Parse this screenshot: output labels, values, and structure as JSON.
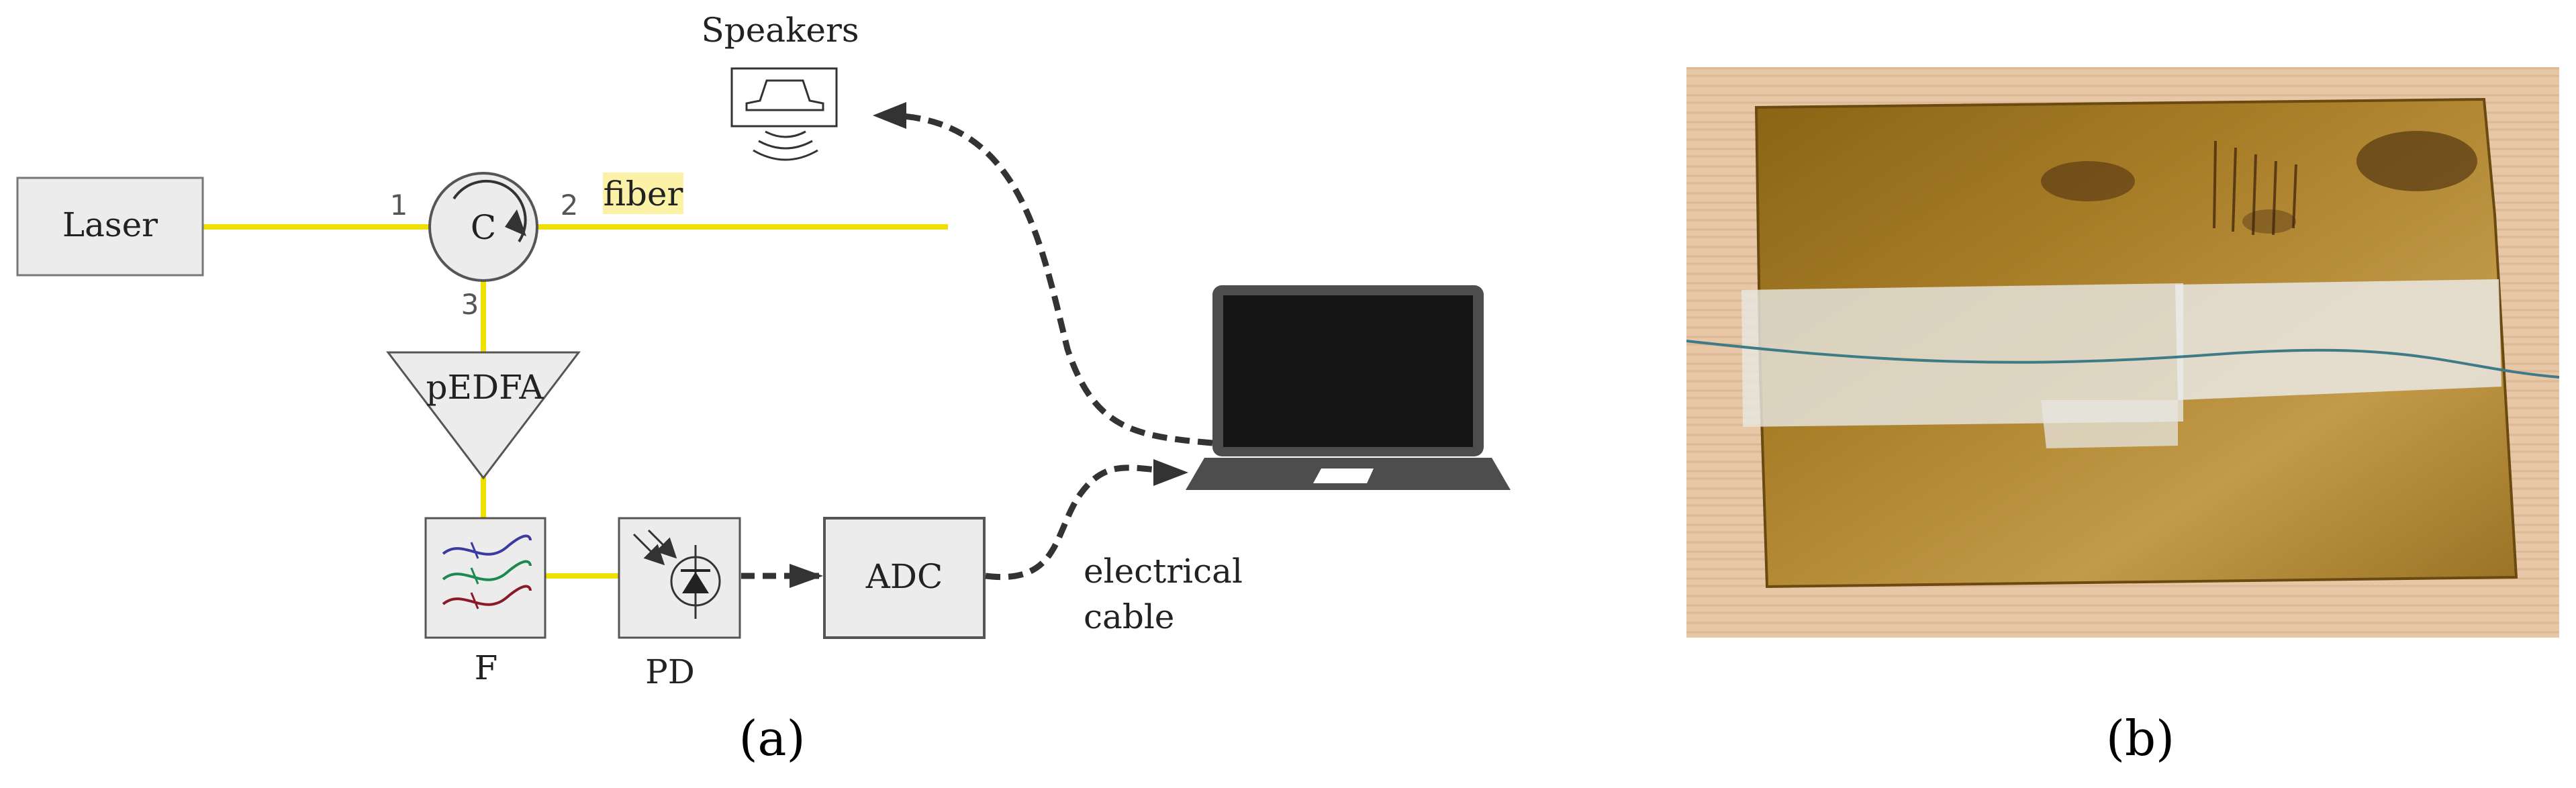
{
  "panel_a": {
    "caption": "(a)",
    "laser": "Laser",
    "circulator": "C",
    "port_1": "1",
    "port_2": "2",
    "port_3": "3",
    "fiber_label": "fiber",
    "speakers_label": "Speakers",
    "amplifier": "pEDFA",
    "filter_label": "F",
    "photodiode_label": "PD",
    "adc": "ADC",
    "cable_label_line1": "electrical",
    "cable_label_line2": "cable",
    "colors": {
      "fiber": "#f0e000",
      "fiber_highlight": "#fbf2a8",
      "box_fill": "#ececec",
      "box_stroke": "#555555",
      "laptop": "#4d4d4d",
      "screen": "#151515",
      "filter_lines": [
        "#3a3aa0",
        "#1a8a50",
        "#8a1a2a"
      ]
    }
  },
  "panel_b": {
    "caption": "(b)",
    "photo_description_icon": "brass-plate-with-taped-fiber-photo"
  }
}
